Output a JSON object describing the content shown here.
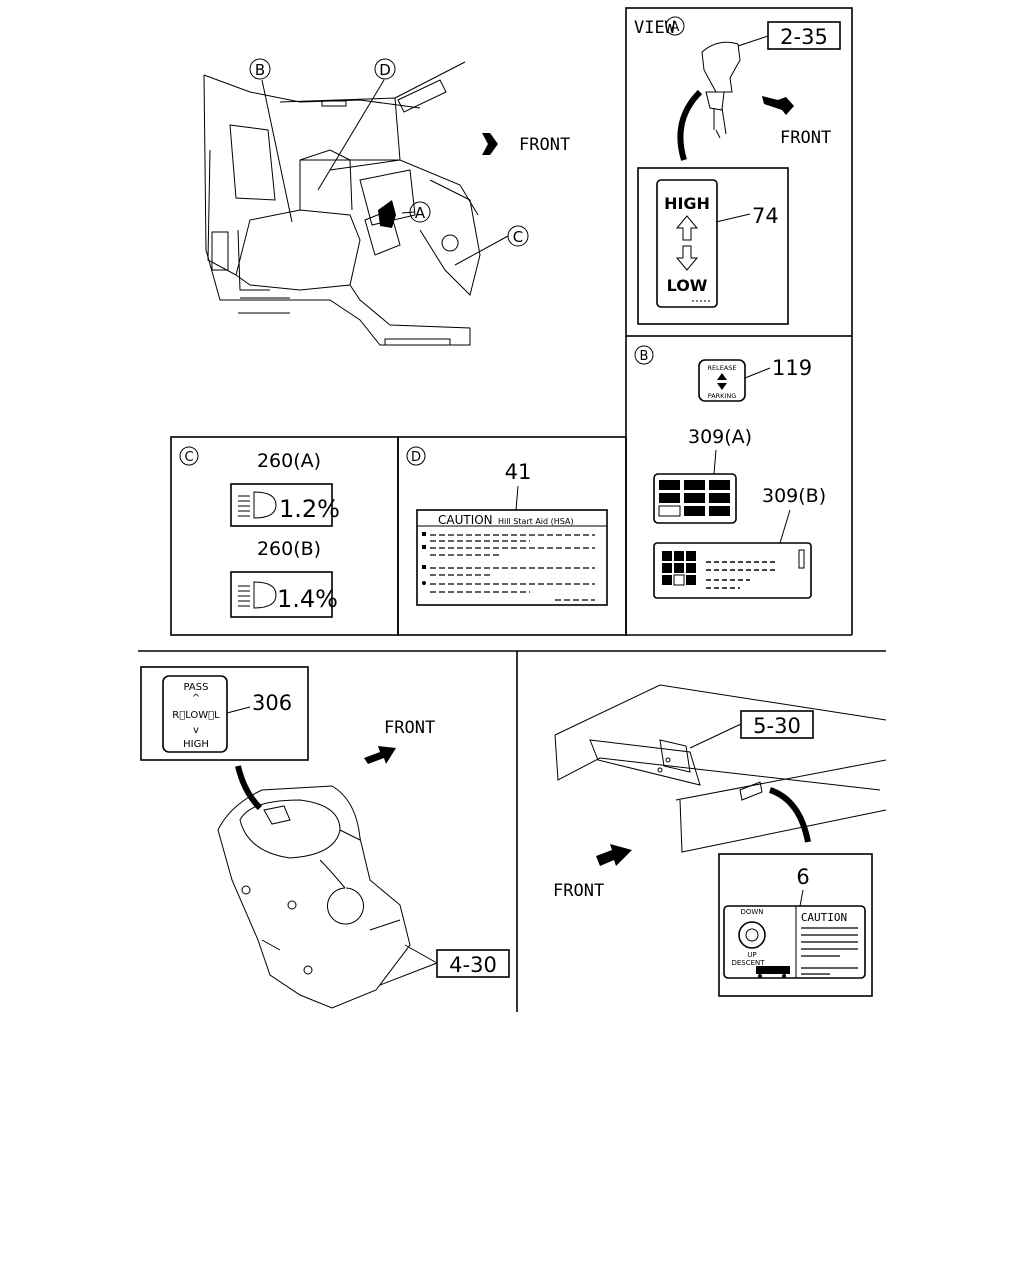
{
  "view_a": {
    "title": "VIEW",
    "marker": "A",
    "ref": "2-35",
    "front": "FRONT",
    "label_high": "HIGH",
    "label_low": "LOW",
    "callout": "74"
  },
  "overview": {
    "front": "FRONT",
    "markers": {
      "b": "B",
      "d": "D",
      "a": "A",
      "c": "C"
    }
  },
  "panel_b": {
    "marker": "B",
    "callout_119": "119",
    "release": "RELEASE",
    "parking": "PARKING",
    "callout_309a": "309(A)",
    "callout_309b": "309(B)"
  },
  "panel_c": {
    "marker": "C",
    "callout_a": "260(A)",
    "value_a": "1.2%",
    "callout_b": "260(B)",
    "value_b": "1.4%"
  },
  "panel_d": {
    "marker": "D",
    "callout": "41",
    "caution": "CAUTION",
    "caution_sub": "Hill Start Aid (HSA)"
  },
  "lever": {
    "pass": "PASS",
    "middle": "R⃝LOW⃝L",
    "high": "HIGH",
    "callout": "306",
    "front": "FRONT",
    "ref": "4-30"
  },
  "frame": {
    "ref": "5-30",
    "front": "FRONT",
    "callout": "6",
    "caution": "CAUTION",
    "down": "DOWN",
    "up": "UP",
    "descent": "DESCENT"
  }
}
